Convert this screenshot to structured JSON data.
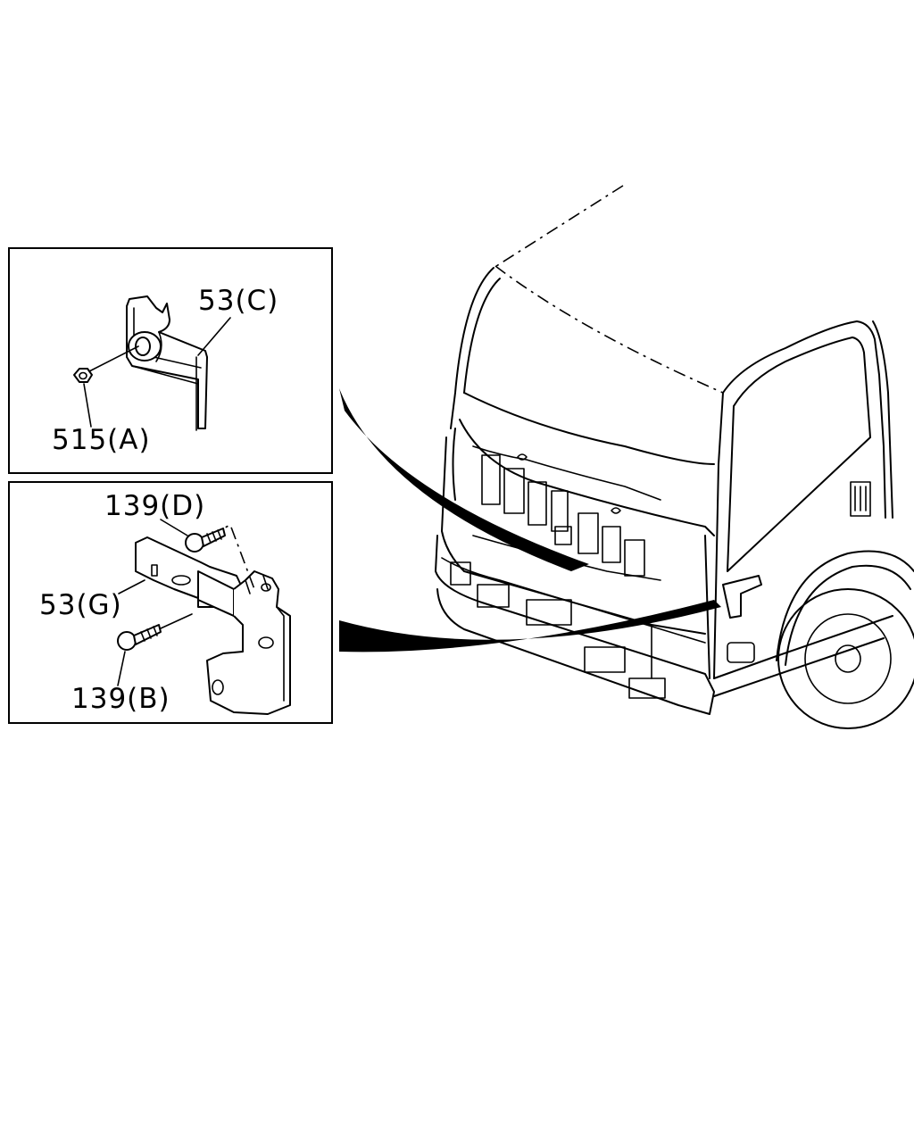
{
  "callouts": {
    "bracket_c": "53(C)",
    "nut_a": "515(A)",
    "bolt_d": "139(D)",
    "bracket_g": "53(G)",
    "bolt_b": "139(B)"
  }
}
